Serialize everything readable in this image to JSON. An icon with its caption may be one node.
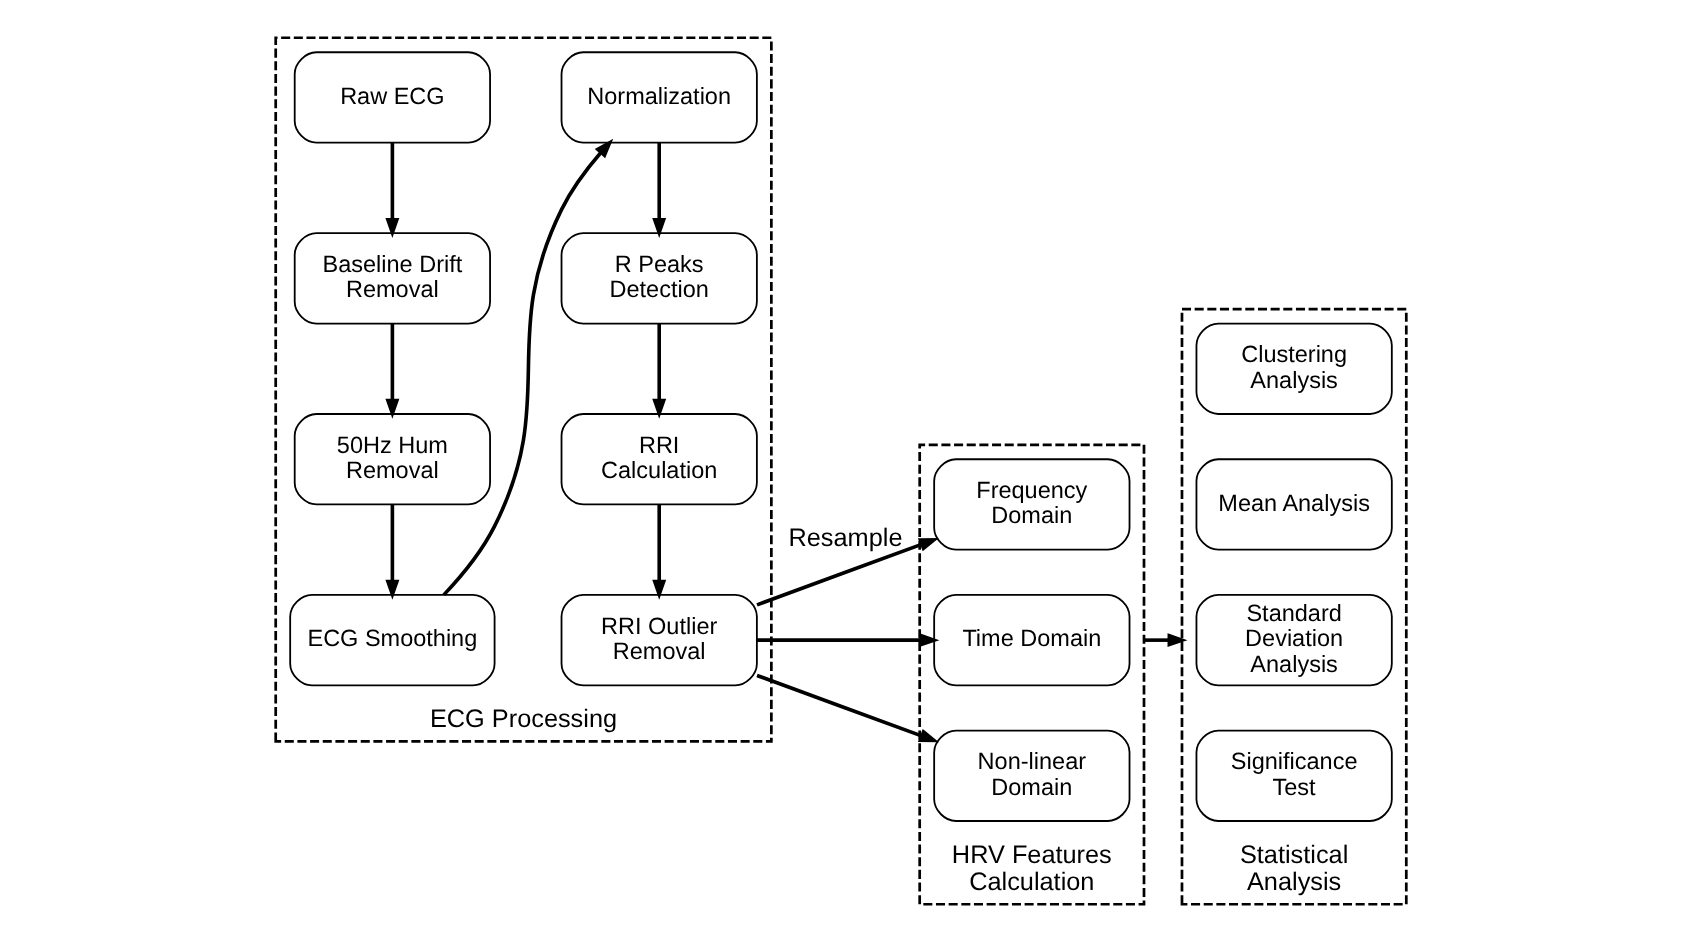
{
  "diagram": {
    "nodes": [
      {
        "text": [
          "ECG Processing"
        ]
      },
      {
        "text": [
          "Raw ECG"
        ],
        "in": 0
      },
      {
        "text": [
          "Baseline Drift Removal"
        ],
        "in": 0
      },
      {
        "text": [
          "50Hz Hum Removal"
        ],
        "in": 0
      },
      {
        "text": [
          "ECG Smoothing"
        ],
        "in": 0
      },
      {
        "text": [
          "Normalization"
        ],
        "in": 0
      },
      {
        "text": [
          "R Peaks Detection"
        ],
        "in": 0
      },
      {
        "text": [
          "RRI Calculation"
        ],
        "in": 0
      },
      {
        "text": [
          "RRI Outlier Removal"
        ],
        "in": 0
      },
      {
        "text": [
          "HRV Features Calculation"
        ]
      },
      {
        "text": [
          "Frequency Domain"
        ],
        "in": 9
      },
      {
        "text": [
          "Time Domain"
        ],
        "in": 9
      },
      {
        "text": [
          "Non-linear Domain"
        ],
        "in": 9
      },
      {
        "text": [
          "Statistical Analysis"
        ]
      },
      {
        "text": [
          "Clustering Analysis"
        ],
        "in": 13
      },
      {
        "text": [
          "Mean Analysis"
        ],
        "in": 13
      },
      {
        "text": [
          "Standard Deviation Analysis"
        ],
        "in": 13
      },
      {
        "text": [
          "Significance Test"
        ],
        "in": 13
      }
    ],
    "edges": [
      {
        "from": 1,
        "to": 2,
        "arrow": "to"
      },
      {
        "from": 2,
        "to": 3,
        "arrow": "to"
      },
      {
        "from": 3,
        "to": 4,
        "arrow": "to"
      },
      {
        "from": 4,
        "to": 5,
        "arrow": "to"
      },
      {
        "from": 5,
        "to": 6,
        "arrow": "to"
      },
      {
        "from": 6,
        "to": 7,
        "arrow": "to"
      },
      {
        "from": 7,
        "to": 8,
        "arrow": "to"
      },
      {
        "from": 8,
        "to": 10,
        "arrow": "to",
        "label": "Resample"
      },
      {
        "from": 8,
        "to": 11,
        "arrow": "to"
      },
      {
        "from": 8,
        "to": 12,
        "arrow": "to"
      },
      {
        "from": 9,
        "to": 13,
        "arrow": "to"
      }
    ]
  }
}
